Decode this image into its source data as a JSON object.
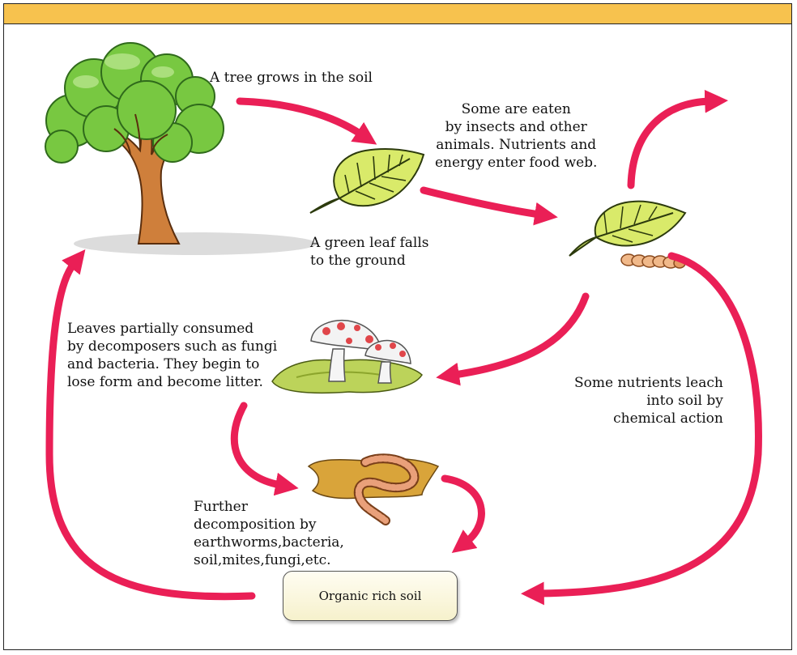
{
  "colors": {
    "arrow": "#ea1f56",
    "banner": "#f7c24e",
    "leaf": "#d9ea6a",
    "trunk": "#cf7f3b",
    "foliage": "#78c841"
  },
  "labels": {
    "tree": "A tree grows in the soil",
    "leaf_falls": "A green leaf falls\nto the ground",
    "eaten": "Some are eaten\nby insects and other\nanimals. Nutrients and\nenergy enter food web.",
    "partially_consumed": "Leaves partially consumed\nby decomposers such as fungi\nand bacteria. They begin to\nlose form and become litter.",
    "leach": "Some nutrients leach\ninto soil by\nchemical action",
    "further": "Further\ndecomposition by\nearthworms,bacteria,\nsoil,mites,fungi,etc.",
    "soil": "Organic rich soil"
  },
  "icons": [
    "tree-icon",
    "green-leaf-icon",
    "eaten-leaf-icon",
    "caterpillar-icon",
    "mushroom-icon",
    "litter-puddle-icon",
    "earthworm-icon"
  ]
}
